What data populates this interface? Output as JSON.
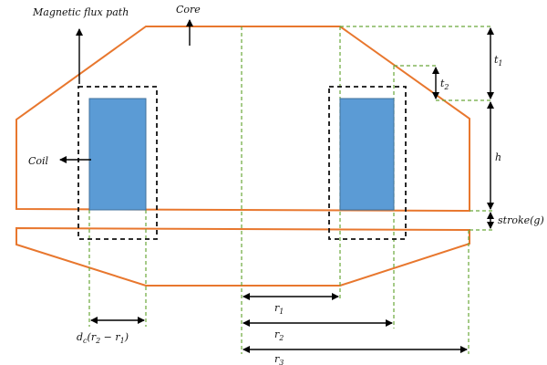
{
  "labels": {
    "magnetic_flux_path": "Magnetic flux path",
    "core": "Core",
    "coil": "Coil",
    "t1": "t",
    "t1_sub": "1",
    "t2": "t",
    "t2_sub": "2",
    "h": "h",
    "stroke": "stroke(g)",
    "r1": "r",
    "r1_sub": "1",
    "r2": "r",
    "r2_sub": "2",
    "r3": "r",
    "r3_sub": "3",
    "dc_main": "d",
    "dc_sub": "c",
    "dc_expr_open": "(r",
    "dc_expr_sub2": "2",
    "dc_expr_minus": " − r",
    "dc_expr_sub1": "1",
    "dc_expr_close": ")"
  },
  "colors": {
    "core": "#e8772e",
    "coil_fill": "#5b9bd5",
    "coil_stroke": "#41719c",
    "flux_box": "#111111",
    "dimension_guide": "#6aa83a",
    "arrow": "#000000"
  },
  "icons": {
    "arrowheads": "arrowhead-icon"
  }
}
